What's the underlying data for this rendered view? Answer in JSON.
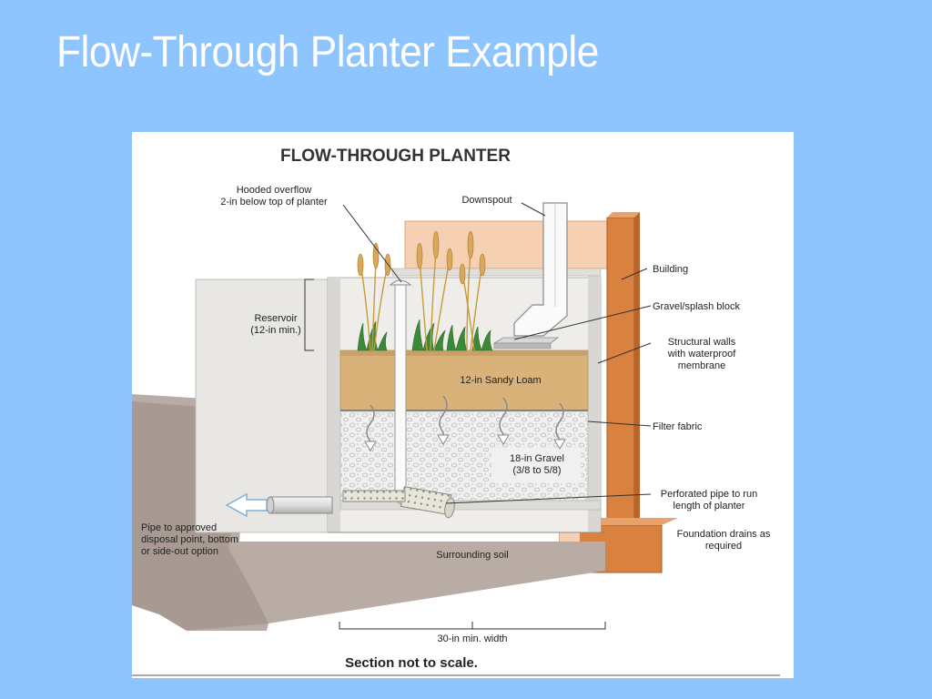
{
  "slide": {
    "title": "Flow-Through Planter Example"
  },
  "diagram": {
    "heading": "FLOW-THROUGH PLANTER",
    "labels": {
      "hooded_overflow_1": "Hooded overflow",
      "hooded_overflow_2": "2-in below top of planter",
      "downspout": "Downspout",
      "building": "Building",
      "gravel_splash": "Gravel/splash block",
      "structural_1": "Structural walls",
      "structural_2": "with waterproof",
      "structural_3": "membrane",
      "reservoir_1": "Reservoir",
      "reservoir_2": "(12-in min.)",
      "sandy_loam": "12-in Sandy Loam",
      "filter_fabric": "Filter fabric",
      "gravel_1": "18-in Gravel",
      "gravel_2": "(3/8 to 5/8)",
      "perforated_1": "Perforated pipe to run",
      "perforated_2": "length of planter",
      "foundation_1": "Foundation drains as",
      "foundation_2": "required",
      "pipe_1": "Pipe to approved",
      "pipe_2": "disposal point, bottom",
      "pipe_3": "or side-out option",
      "soil": "Surrounding soil",
      "width": "30-in min. width",
      "scale_note": "Section not to scale."
    },
    "colors": {
      "background": "#8ec5ff",
      "soil": "#b9aca5",
      "loam": "#d9b27a",
      "building": "#d9813f",
      "building_light": "#f6d0b2",
      "gravel": "#efefef",
      "wall": "#e3e3e1",
      "vegetation": "#3a8a3a",
      "grass": "#c79a3a"
    }
  }
}
